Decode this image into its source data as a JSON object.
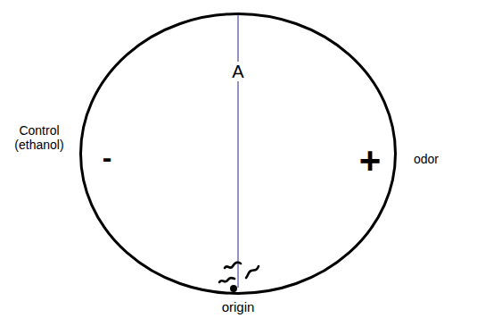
{
  "diagram": {
    "nodes": [
      {
        "text": [
          "A",
          "-",
          "+"
        ]
      }
    ],
    "labels": [
      "Control (ethanol)",
      "odor",
      "origin"
    ]
  }
}
